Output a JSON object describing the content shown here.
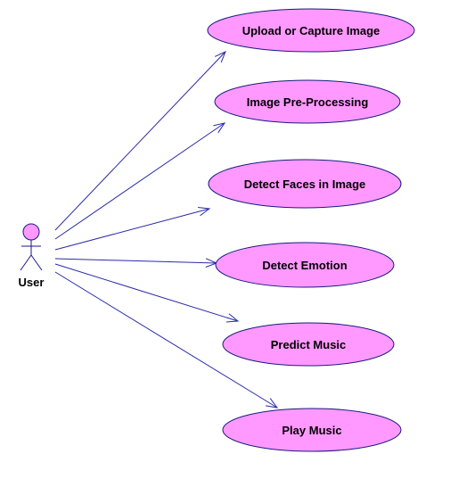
{
  "actor": {
    "name": "User"
  },
  "use_cases": [
    {
      "label": "Upload or Capture Image"
    },
    {
      "label": "Image Pre-Processing"
    },
    {
      "label": "Detect Faces in Image"
    },
    {
      "label": "Detect Emotion"
    },
    {
      "label": "Predict Music"
    },
    {
      "label": "Play Music"
    }
  ],
  "colors": {
    "usecase_fill": "#ff99ff",
    "usecase_stroke": "#1a1a80",
    "association_line": "#2a2aa8",
    "actor_fill": "#ff99ff",
    "actor_stroke": "#1a1a80"
  }
}
